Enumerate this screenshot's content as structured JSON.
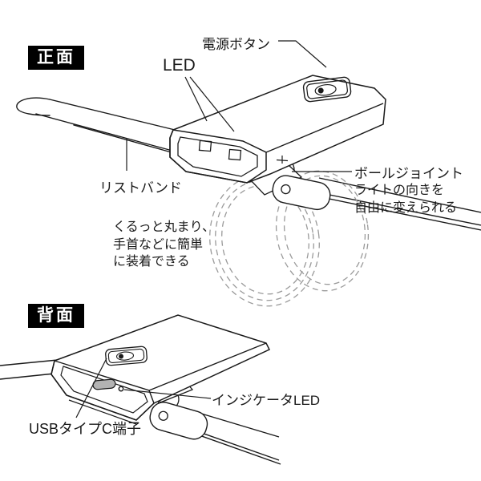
{
  "front": {
    "badge": "正面",
    "power_button_label": "電源ボタン",
    "led_label": "LED",
    "wristband_label": "リストバンド",
    "ball_joint_label": "ボールジョイント",
    "ball_joint_note": [
      "ライトの向きを",
      "自由に変えられる"
    ],
    "wrap_note": [
      "くるっと丸まり、",
      "手首などに簡単",
      "に装着できる"
    ]
  },
  "back": {
    "badge": "背面",
    "usb_label": "USBタイプC端子",
    "indicator_label": "インジケータLED"
  },
  "colors": {
    "line": "#1a1a1a",
    "dashed_loop": "#9a9a9a",
    "usb_port_fill": "#b3b3b3",
    "badge_background": "#000000",
    "badge_text": "#ffffff",
    "background": "#ffffff"
  }
}
